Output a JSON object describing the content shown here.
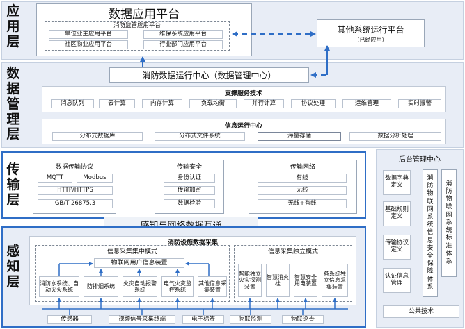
{
  "layers": {
    "application": "应用层",
    "data_management": "数据管理层",
    "transmission": "传输层",
    "perception": "感知层"
  },
  "application": {
    "platform_title": "数据应用平台",
    "monitoring_title": "消防监管应用平台",
    "items": [
      "单位业主应用平台",
      "维保系统应用平台",
      "社区物业应用平台",
      "行业部门应用平台"
    ],
    "other_title": "其他系统运行平台",
    "other_note": "（已经应用）"
  },
  "data_mgmt": {
    "center_title": "消防数据运行中心（数据管理中心）",
    "support_title": "支撑服务技术",
    "support_items": [
      "消息队列",
      "云计算",
      "内存计算",
      "负载均衡",
      "并行计算",
      "协议处理",
      "运维管理",
      "实时报警"
    ],
    "info_title": "信息运行中心",
    "info_items": [
      "分布式数据库",
      "分布式文件系统",
      "海量存储",
      "数据分析处理"
    ]
  },
  "transmission": {
    "protocol_title": "数据传输协议",
    "protocols": [
      "MQTT",
      "Modbus",
      "HTTP/HTTPS",
      "GB/T 26875.3"
    ],
    "security_title": "传输安全",
    "security_items": [
      "身份认证",
      "传输加密",
      "数据检验"
    ],
    "network_title": "传输网络",
    "network_items": [
      "有线",
      "无线",
      "无线+有线"
    ]
  },
  "interconnect": "感知与网络数据互通",
  "perception": {
    "collection_title": "消防设施数据采集",
    "central_title": "信息采集集中模式",
    "gateway": "物联网用户信息装置",
    "central_items": [
      "消防水系统、自动灭火系统",
      "防排烟系统",
      "火灾自动报警系统",
      "电气火灾监控系统",
      "其他信息采集装置"
    ],
    "independent_title": "信息采集独立模式",
    "independent_items": [
      "智能独立火灾探测装置",
      "智慧消火栓",
      "智慧安全用电装置",
      "各系统独立信息采集装置"
    ],
    "bottom_items": [
      "传感器",
      "视频信号采集终端",
      "电子标签",
      "物联监测",
      "物联巡查"
    ]
  },
  "backend": {
    "title": "后台管理中心",
    "items": [
      "数据字典定义",
      "基础规则定义",
      "传输协议定义",
      "认证信息管理"
    ],
    "security_system": "消防物联网系统信息安全保障体系",
    "standard_system": "消防物联网系统标准体系",
    "public_tech": "公共技术"
  }
}
